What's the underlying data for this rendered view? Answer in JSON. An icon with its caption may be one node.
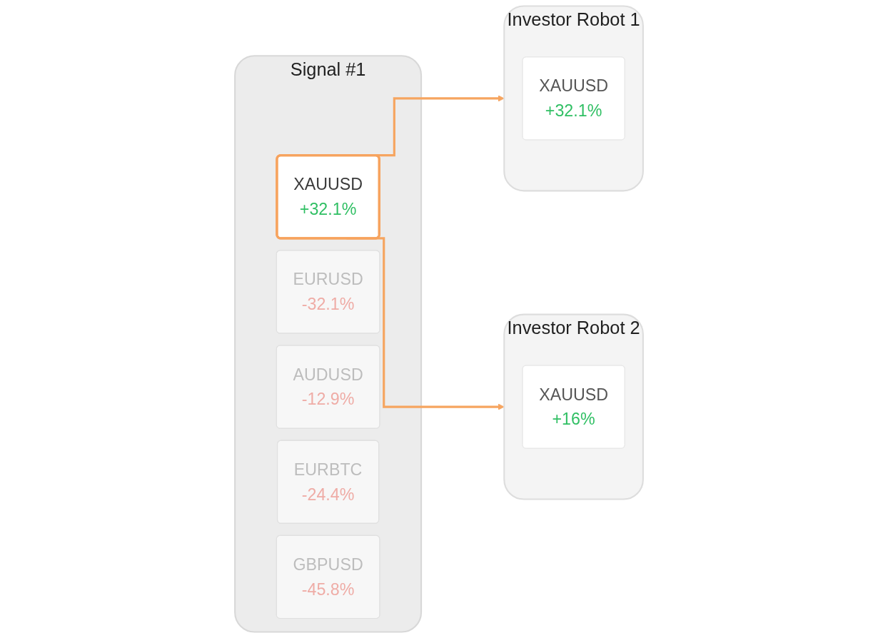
{
  "diagram": {
    "nodes": [
      {
        "text": [
          "Signal #1"
        ]
      },
      {
        "text": [
          "XAUUSD",
          "+32.1%"
        ],
        "in": 0
      },
      {
        "text": [
          "EURUSD",
          "-32.1%"
        ],
        "in": 0
      },
      {
        "text": [
          "AUDUSD",
          "-12.9%"
        ],
        "in": 0
      },
      {
        "text": [
          "EURBTC",
          "-24.4%"
        ],
        "in": 0
      },
      {
        "text": [
          "GBPUSD",
          "-45.8%"
        ],
        "in": 0
      },
      {
        "text": [
          "Investor Robot 1"
        ]
      },
      {
        "text": [
          "XAUUSD",
          "+32.1%"
        ],
        "in": 6
      },
      {
        "text": [
          "Investor Robot 2"
        ]
      },
      {
        "text": [
          "XAUUSD",
          "+16%"
        ],
        "in": 8
      }
    ],
    "edges": [
      {
        "from": 1,
        "to": 6,
        "arrow": "to"
      },
      {
        "from": 1,
        "to": 8,
        "arrow": "to"
      }
    ]
  }
}
